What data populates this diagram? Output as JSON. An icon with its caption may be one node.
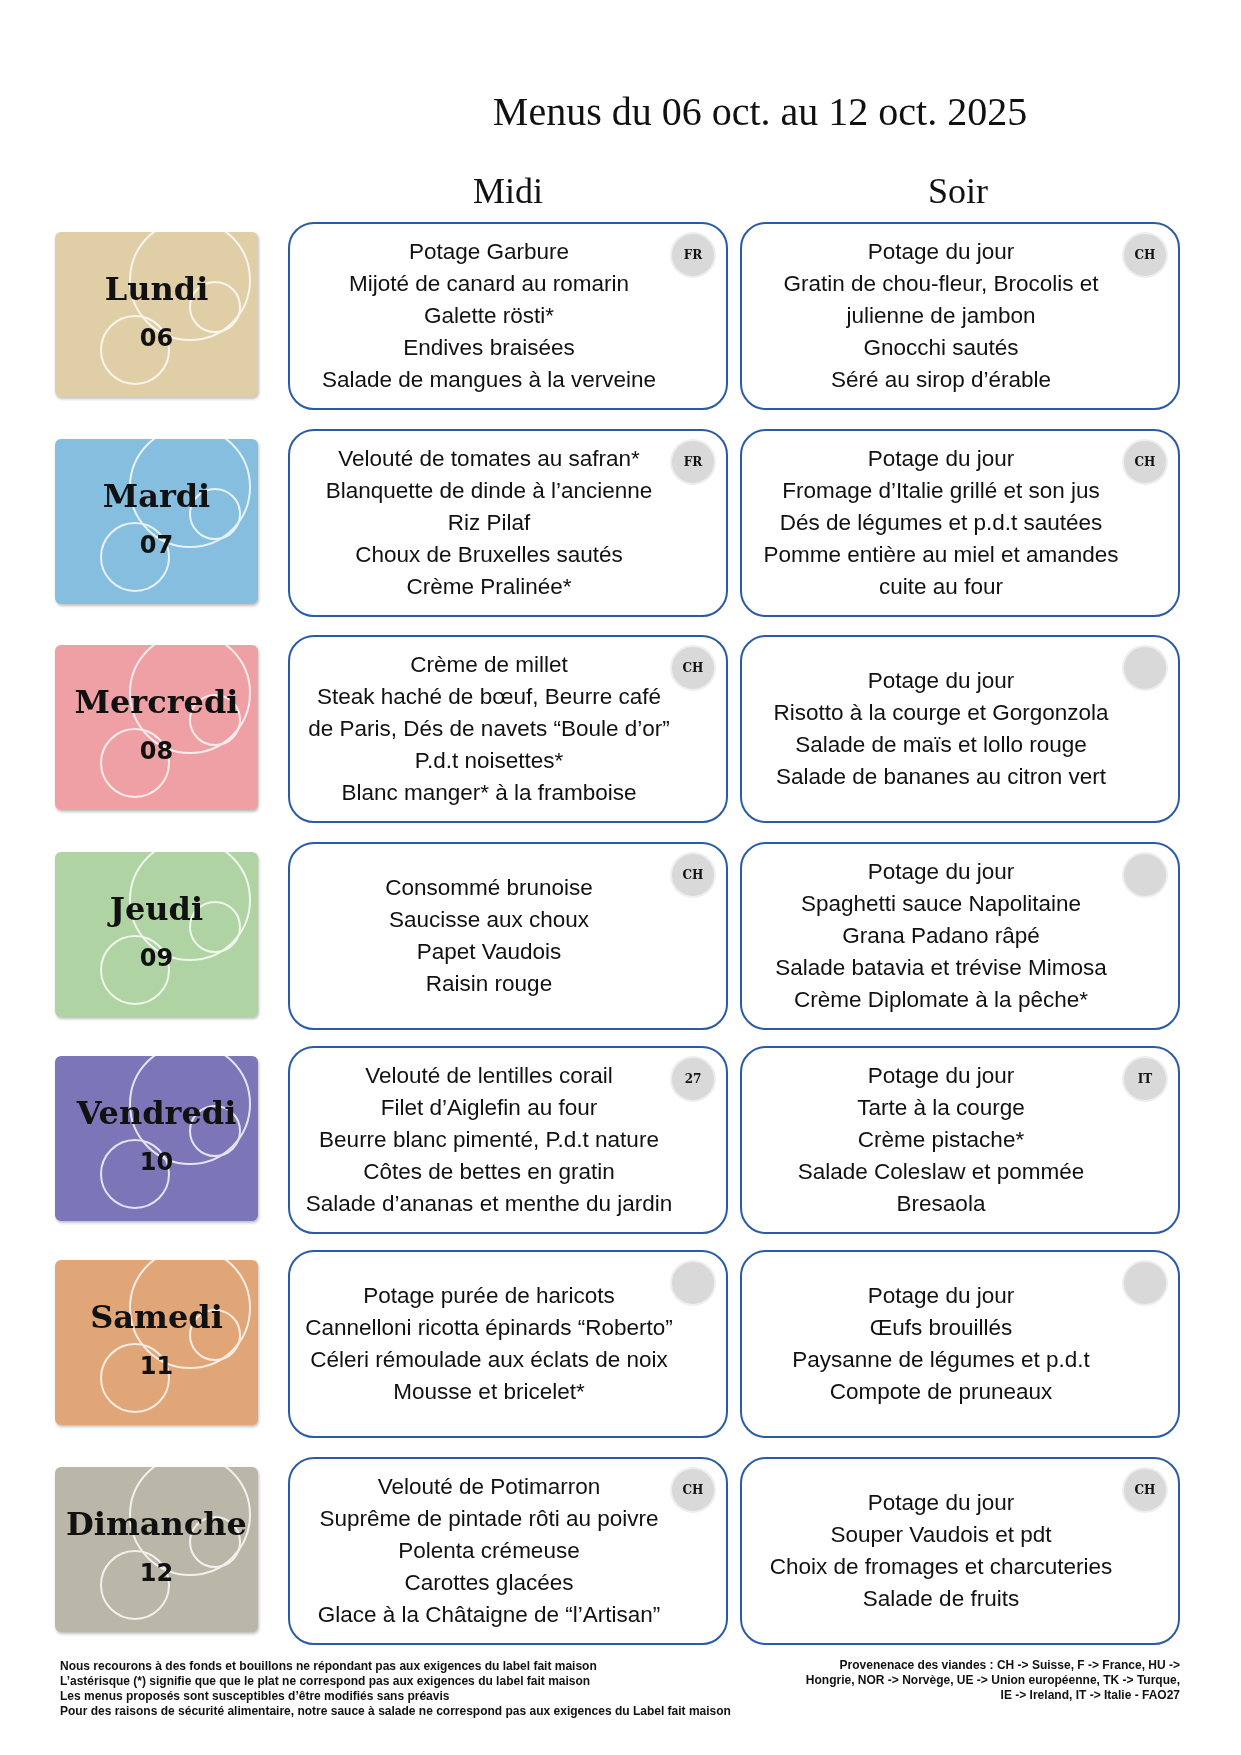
{
  "diagram": {
    "title": "Menus du 06 oct. au 12 oct. 2025",
    "nodes": [
      {
        "text": [
          "Lundi",
          "06"
        ]
      },
      {
        "text": [
          "Potage Garbure",
          "Mijoté de canard au romarin",
          "Galette rösti*",
          "Endives braisées",
          "Salade de mangues à la verveine"
        ]
      },
      {
        "text": [
          "FR"
        ],
        "in": 1
      },
      {
        "text": [
          "Potage du jour",
          "Gratin de chou-fleur, Brocolis et julienne de jambon",
          "Gnocchi sautés",
          "Séré au sirop d’érable"
        ]
      },
      {
        "text": [
          "CH"
        ],
        "in": 3
      },
      {
        "text": [
          "Mardi",
          "07"
        ]
      },
      {
        "text": [
          "Velouté de tomates au safran*",
          "Blanquette de dinde à l’ancienne",
          "Riz Pilaf",
          "Choux de Bruxelles sautés",
          "Crème Pralinée*"
        ]
      },
      {
        "text": [
          "FR"
        ],
        "in": 6
      },
      {
        "text": [
          "Potage du jour",
          "Fromage d’Italie grillé et son jus",
          "Dés de légumes et p.d.t sautées",
          "Pomme entière au miel et amandes cuite au four"
        ]
      },
      {
        "text": [
          "CH"
        ],
        "in": 8
      },
      {
        "text": [
          "Mercredi",
          "08"
        ]
      },
      {
        "text": [
          "Crème de millet",
          "Steak haché de bœuf, Beurre café de Paris, Dés de navets “Boule d’or”",
          "P.d.t noisettes*",
          "Blanc manger* à la framboise"
        ]
      },
      {
        "text": [
          "CH"
        ],
        "in": 11
      },
      {
        "text": [
          "Potage du jour",
          "Risotto à la courge et Gorgonzola",
          "Salade de maïs et lollo rouge",
          "Salade de bananes au citron vert"
        ]
      },
      {
        "text": [],
        "shape": "circle",
        "in": 13
      },
      {
        "text": [
          "Jeudi",
          "09"
        ]
      },
      {
        "text": [
          "Consommé brunoise",
          "Saucisse aux choux",
          "Papet Vaudois",
          "Raisin rouge"
        ]
      },
      {
        "text": [
          "CH"
        ],
        "in": 16
      },
      {
        "text": [
          "Potage du jour",
          "Spaghetti sauce Napolitaine",
          "Grana Padano râpé",
          "Salade batavia et trévise Mimosa",
          "Crème Diplomate à la pêche*"
        ]
      },
      {
        "text": [],
        "shape": "circle",
        "in": 18
      },
      {
        "text": [
          "Vendredi",
          "10"
        ]
      },
      {
        "text": [
          "Velouté de lentilles corail",
          "Filet d’Aiglefin au four",
          "Beurre blanc pimenté, P.d.t nature",
          "Côtes de bettes en gratin",
          "Salade d’ananas et menthe du jardin"
        ]
      },
      {
        "text": [
          "27"
        ],
        "in": 21
      },
      {
        "text": [
          "Potage du jour",
          "Tarte à la courge",
          "Crème pistache*",
          "Salade Coleslaw et pommée",
          "Bresaola"
        ]
      },
      {
        "text": [
          "IT"
        ],
        "in": 23
      },
      {
        "text": [
          "Samedi",
          "11"
        ]
      },
      {
        "text": [
          "Potage purée de haricots",
          "Cannelloni ricotta épinards “Roberto”",
          "Céleri rémoulade aux éclats de noix",
          "Mousse et bricelet*"
        ]
      },
      {
        "text": [],
        "shape": "circle",
        "in": 26
      },
      {
        "text": [
          "Potage du jour",
          "Œufs brouillés",
          "Paysanne de légumes et p.d.t",
          "Compote de pruneaux"
        ]
      },
      {
        "text": [],
        "shape": "circle",
        "in": 28
      },
      {
        "text": [
          "Dimanche",
          "12"
        ]
      },
      {
        "text": [
          "Velouté de Potimarron",
          "Suprême de pintade rôti au poivre",
          "Polenta crémeuse",
          "Carottes glacées",
          "Glace à la Châtaigne de “l’Artisan”"
        ]
      },
      {
        "text": [
          "CH"
        ],
        "in": 31
      },
      {
        "text": [
          "Potage du jour",
          "Souper Vaudois et pdt",
          "Choix de fromages et charcuteries",
          "Salade de fruits"
        ]
      },
      {
        "text": [
          "CH"
        ],
        "in": 33
      }
    ],
    "labels": [
      "Midi",
      "Soir",
      "Nous recourons à des fonds et bouillons ne répondant pas aux exigences du label fait maison",
      "L’astérisque (*) signifie que que le plat ne correspond pas aux exigences du label fait maison",
      "Les menus proposés sont susceptibles d’être modifiés sans préavis",
      "Pour des raisons de sécurité alimentaire, notre sauce à salade ne correspond pas aux exigences du Label fait maison",
      "Provenenace des viandes : CH -> Suisse, F -> France, HU -> Hongrie, NOR -> Norvège, UE -> Union européenne, TK -> Turque, IE -> Ireland, IT -> Italie - FAO27"
    ]
  }
}
